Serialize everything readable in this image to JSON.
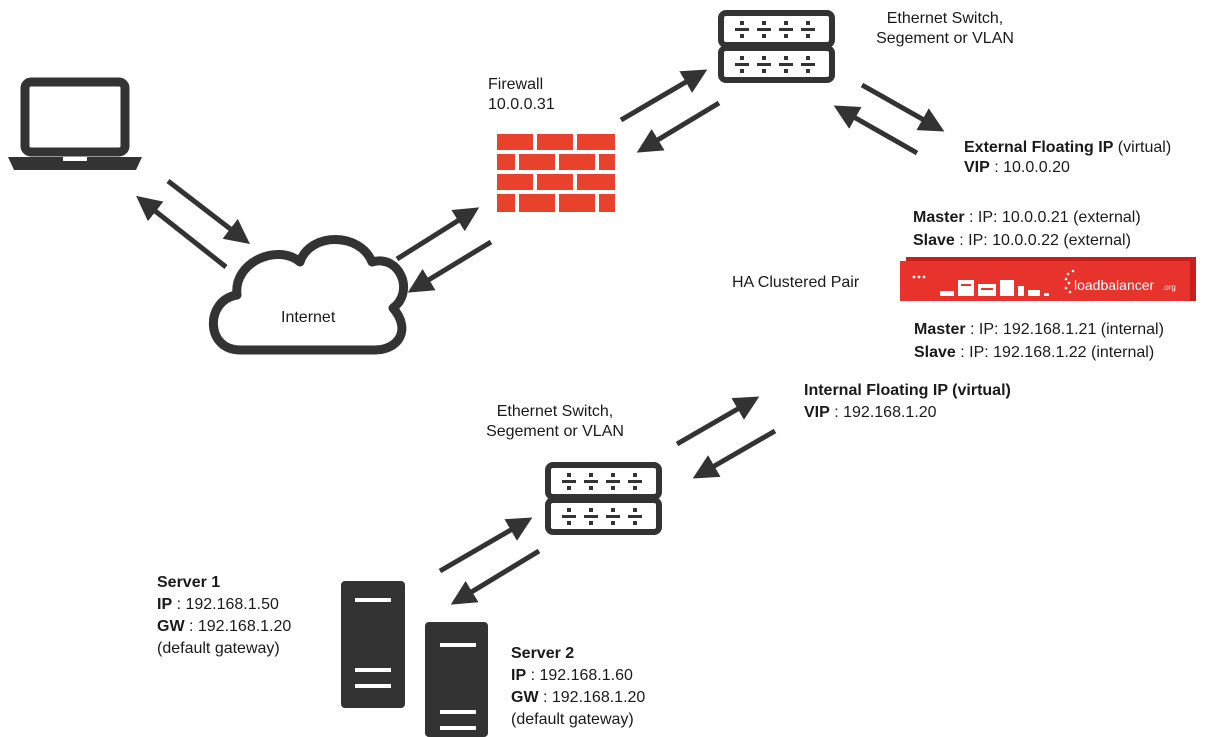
{
  "colors": {
    "line": "#333333",
    "firewall": "#e8412c",
    "appliance": "#e8322c",
    "appliance_dark": "#c61f1f"
  },
  "icons": {
    "laptop": "laptop-icon",
    "cloud": "cloud-icon",
    "firewall": "firewall-icon",
    "switch": "ethernet-switch-icon",
    "server": "server-icon",
    "appliance": "loadbalancer-appliance-icon"
  },
  "internet": {
    "label": "Internet"
  },
  "firewall": {
    "name": "Firewall",
    "ip": "10.0.0.31"
  },
  "switch_top": {
    "line1": "Ethernet Switch,",
    "line2": "Segement or VLAN"
  },
  "switch_bottom": {
    "line1": "Ethernet Switch,",
    "line2": "Segement or VLAN"
  },
  "external_floating": {
    "title": "External Floating IP",
    "suffix": " (virtual)",
    "vip_key": "VIP",
    "vip_value": " : 10.0.0.20"
  },
  "external_nodes": {
    "master_key": "Master",
    "master_value": " : IP: 10.0.0.21 (external)",
    "slave_key": "Slave",
    "slave_value": " : IP: 10.0.0.22 (external)"
  },
  "ha_pair": {
    "label": "HA Clustered Pair",
    "brand": "loadbalancer",
    "brand_suffix": ".org"
  },
  "internal_nodes": {
    "master_key": "Master",
    "master_value": " : IP: 192.168.1.21 (internal)",
    "slave_key": "Slave",
    "slave_value": " : IP: 192.168.1.22 (internal)"
  },
  "internal_floating": {
    "title": "Internal Floating IP (virtual)",
    "vip_key": "VIP",
    "vip_value": " : 192.168.1.20"
  },
  "server1": {
    "name": "Server 1",
    "ip_key": "IP",
    "ip_value": " : 192.168.1.50",
    "gw_key": "GW",
    "gw_value": " : 192.168.1.20",
    "note": "(default gateway)"
  },
  "server2": {
    "name": "Server 2",
    "ip_key": "IP",
    "ip_value": " : 192.168.1.60",
    "gw_key": "GW",
    "gw_value": " : 192.168.1.20",
    "note": "(default gateway)"
  }
}
